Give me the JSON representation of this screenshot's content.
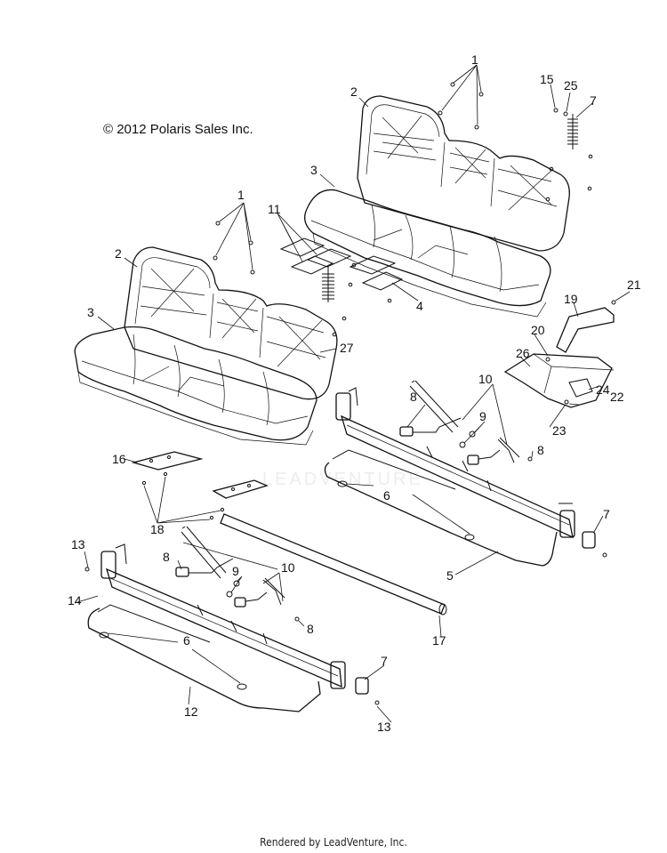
{
  "header": {
    "copyright": "© 2012 Polaris Sales Inc."
  },
  "watermark": "LEADVENTURE",
  "footer": {
    "rendered_by": "Rendered by LeadVenture, Inc."
  },
  "callouts": {
    "c1a": "1",
    "c2a": "2",
    "c3a": "3",
    "c15": "15",
    "c25": "25",
    "c7a": "7",
    "c1b": "1",
    "c11": "11",
    "c2b": "2",
    "c3b": "3",
    "c4": "4",
    "c27": "27",
    "c19": "19",
    "c21": "21",
    "c20": "20",
    "c26": "26",
    "c22": "22",
    "c24": "24",
    "c23": "23",
    "c10a": "10",
    "c8a": "8",
    "c9a": "9",
    "c8b": "8",
    "c16": "16",
    "c6a": "6",
    "c7b": "7",
    "c18": "18",
    "c5": "5",
    "c13a": "13",
    "c8c": "8",
    "c9b": "9",
    "c10b": "10",
    "c14": "14",
    "c8d": "8",
    "c6b": "6",
    "c17": "17",
    "c7c": "7",
    "c12": "12",
    "c13b": "13"
  }
}
